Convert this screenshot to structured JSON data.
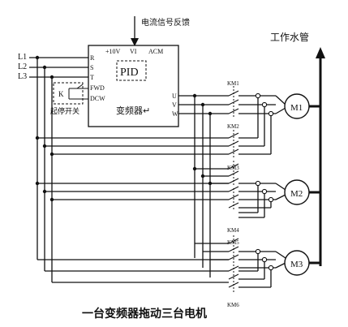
{
  "title": "一台变频器拖动三台电机",
  "feedback_label": "电流信号反馈",
  "pipe_label": "工作水管",
  "lines": [
    "L1",
    "L2",
    "L3"
  ],
  "vfd": {
    "name": "变频器↵",
    "pid": "PID",
    "top_terminals": [
      "+10V",
      "VI",
      "ACM"
    ],
    "input_terminals": [
      "R",
      "S",
      "T"
    ],
    "control_terminals": [
      "FWD",
      "DCW"
    ],
    "output_terminals": [
      "U",
      "V",
      "W"
    ],
    "switch_label": "K",
    "switch_caption": "起停开关"
  },
  "contactors": [
    "KM1",
    "KM2",
    "KM3",
    "KM4",
    "KM5",
    "KM6"
  ],
  "motors": [
    "M1",
    "M2",
    "M3"
  ]
}
